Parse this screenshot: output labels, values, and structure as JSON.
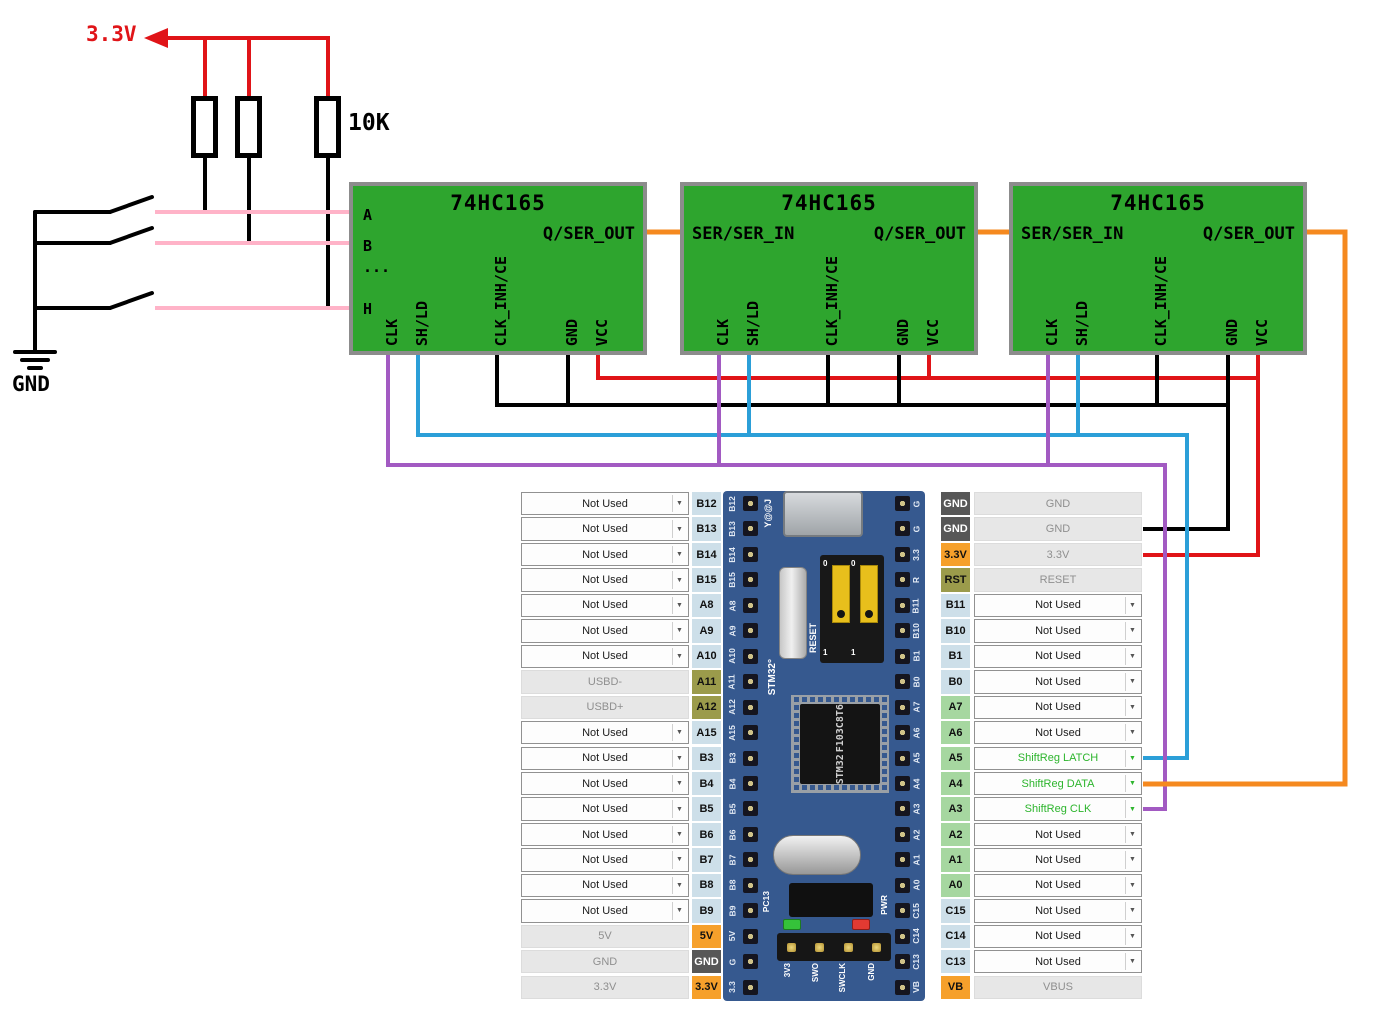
{
  "colors": {
    "wire_pink": "#ffb3c8",
    "wire_red": "#e01418",
    "wire_black": "#000000",
    "wire_blue": "#2b9fd8",
    "wire_purple": "#a25ac2",
    "wire_orange": "#f5891f",
    "ic_green": "#2ea52e",
    "pin_blue": "#cddfe9",
    "pin_green": "#a6d7a0",
    "pin_olive": "#9b9b4b",
    "pin_orange": "#f6a02b",
    "pin_dark": "#575757",
    "shiftreg_green": "#2db52d",
    "board_blue": "#36598f"
  },
  "circuit": {
    "v33_label": "3.3V",
    "resistor_value": "10K",
    "gnd_label": "GND"
  },
  "ics": [
    {
      "title": "74HC165",
      "left_pins": [
        "A",
        "B",
        "...",
        "H"
      ],
      "right_pin": "Q/SER_OUT",
      "bottom_pins": [
        "CLK",
        "SH/LD",
        "CLK_INH/CE",
        "GND",
        "VCC"
      ]
    },
    {
      "title": "74HC165",
      "left_pin": "SER/SER_IN",
      "right_pin": "Q/SER_OUT",
      "bottom_pins": [
        "CLK",
        "SH/LD",
        "CLK_INH/CE",
        "GND",
        "VCC"
      ]
    },
    {
      "title": "74HC165",
      "left_pin": "SER/SER_IN",
      "right_pin": "Q/SER_OUT",
      "bottom_pins": [
        "CLK",
        "SH/LD",
        "CLK_INH/CE",
        "GND",
        "VCC"
      ]
    }
  ],
  "pin_table": {
    "left_rows": [
      {
        "func": "Not Used",
        "dropdown": true,
        "pin": "B12",
        "color": "blue"
      },
      {
        "func": "Not Used",
        "dropdown": true,
        "pin": "B13",
        "color": "blue"
      },
      {
        "func": "Not Used",
        "dropdown": true,
        "pin": "B14",
        "color": "blue"
      },
      {
        "func": "Not Used",
        "dropdown": true,
        "pin": "B15",
        "color": "blue"
      },
      {
        "func": "Not Used",
        "dropdown": true,
        "pin": "A8",
        "color": "blue"
      },
      {
        "func": "Not Used",
        "dropdown": true,
        "pin": "A9",
        "color": "blue"
      },
      {
        "func": "Not Used",
        "dropdown": true,
        "pin": "A10",
        "color": "blue"
      },
      {
        "func": "USBD-",
        "dropdown": false,
        "pin": "A11",
        "color": "olive"
      },
      {
        "func": "USBD+",
        "dropdown": false,
        "pin": "A12",
        "color": "olive"
      },
      {
        "func": "Not Used",
        "dropdown": true,
        "pin": "A15",
        "color": "blue"
      },
      {
        "func": "Not Used",
        "dropdown": true,
        "pin": "B3",
        "color": "blue"
      },
      {
        "func": "Not Used",
        "dropdown": true,
        "pin": "B4",
        "color": "blue"
      },
      {
        "func": "Not Used",
        "dropdown": true,
        "pin": "B5",
        "color": "blue"
      },
      {
        "func": "Not Used",
        "dropdown": true,
        "pin": "B6",
        "color": "blue"
      },
      {
        "func": "Not Used",
        "dropdown": true,
        "pin": "B7",
        "color": "blue"
      },
      {
        "func": "Not Used",
        "dropdown": true,
        "pin": "B8",
        "color": "blue"
      },
      {
        "func": "Not Used",
        "dropdown": true,
        "pin": "B9",
        "color": "blue"
      },
      {
        "func": "5V",
        "dropdown": false,
        "pin": "5V",
        "color": "orange"
      },
      {
        "func": "GND",
        "dropdown": false,
        "pin": "GND",
        "color": "dark"
      },
      {
        "func": "3.3V",
        "dropdown": false,
        "pin": "3.3V",
        "color": "orange"
      }
    ],
    "right_rows": [
      {
        "pin": "GND",
        "color": "dark",
        "func": "GND",
        "dropdown": false
      },
      {
        "pin": "GND",
        "color": "dark",
        "func": "GND",
        "dropdown": false
      },
      {
        "pin": "3.3V",
        "color": "orange",
        "func": "3.3V",
        "dropdown": false
      },
      {
        "pin": "RST",
        "color": "olive",
        "func": "RESET",
        "dropdown": false
      },
      {
        "pin": "B11",
        "color": "blue",
        "func": "Not Used",
        "dropdown": true
      },
      {
        "pin": "B10",
        "color": "blue",
        "func": "Not Used",
        "dropdown": true
      },
      {
        "pin": "B1",
        "color": "blue",
        "func": "Not Used",
        "dropdown": true
      },
      {
        "pin": "B0",
        "color": "blue",
        "func": "Not Used",
        "dropdown": true
      },
      {
        "pin": "A7",
        "color": "green",
        "func": "Not Used",
        "dropdown": true
      },
      {
        "pin": "A6",
        "color": "green",
        "func": "Not Used",
        "dropdown": true
      },
      {
        "pin": "A5",
        "color": "green",
        "func": "ShiftReg LATCH",
        "dropdown": true,
        "hl": true
      },
      {
        "pin": "A4",
        "color": "green",
        "func": "ShiftReg DATA",
        "dropdown": true,
        "hl": true
      },
      {
        "pin": "A3",
        "color": "green",
        "func": "ShiftReg CLK",
        "dropdown": true,
        "hl": true
      },
      {
        "pin": "A2",
        "color": "green",
        "func": "Not Used",
        "dropdown": true
      },
      {
        "pin": "A1",
        "color": "green",
        "func": "Not Used",
        "dropdown": true
      },
      {
        "pin": "A0",
        "color": "green",
        "func": "Not Used",
        "dropdown": true
      },
      {
        "pin": "C15",
        "color": "blue",
        "func": "Not Used",
        "dropdown": true
      },
      {
        "pin": "C14",
        "color": "blue",
        "func": "Not Used",
        "dropdown": true
      },
      {
        "pin": "C13",
        "color": "blue",
        "func": "Not Used",
        "dropdown": true
      },
      {
        "pin": "VB",
        "color": "orange",
        "func": "VBUS",
        "dropdown": false
      }
    ]
  },
  "board": {
    "logo": "Y@@J",
    "reset_label": "RESET",
    "silk_label": "STM32°",
    "chip_line1": "STM32",
    "chip_line2": "F103C8T6",
    "pc13_label": "PC13",
    "pwr_label": "PWR",
    "jumper_labels": [
      "0",
      "0",
      "1",
      "1"
    ],
    "bottom_pin_labels": [
      "3V3",
      "SWO",
      "SWCLK",
      "GND"
    ],
    "left_edge": [
      "B12",
      "B13",
      "B14",
      "B15",
      "A8",
      "A9",
      "A10",
      "A11",
      "A12",
      "A15",
      "B3",
      "B4",
      "B5",
      "B6",
      "B7",
      "B8",
      "B9",
      "5V",
      "G",
      "3.3"
    ],
    "right_edge": [
      "G",
      "G",
      "3.3",
      "R",
      "B11",
      "B10",
      "B1",
      "B0",
      "A7",
      "A6",
      "A5",
      "A4",
      "A3",
      "A2",
      "A1",
      "A0",
      "C15",
      "C14",
      "C13",
      "VB"
    ]
  }
}
